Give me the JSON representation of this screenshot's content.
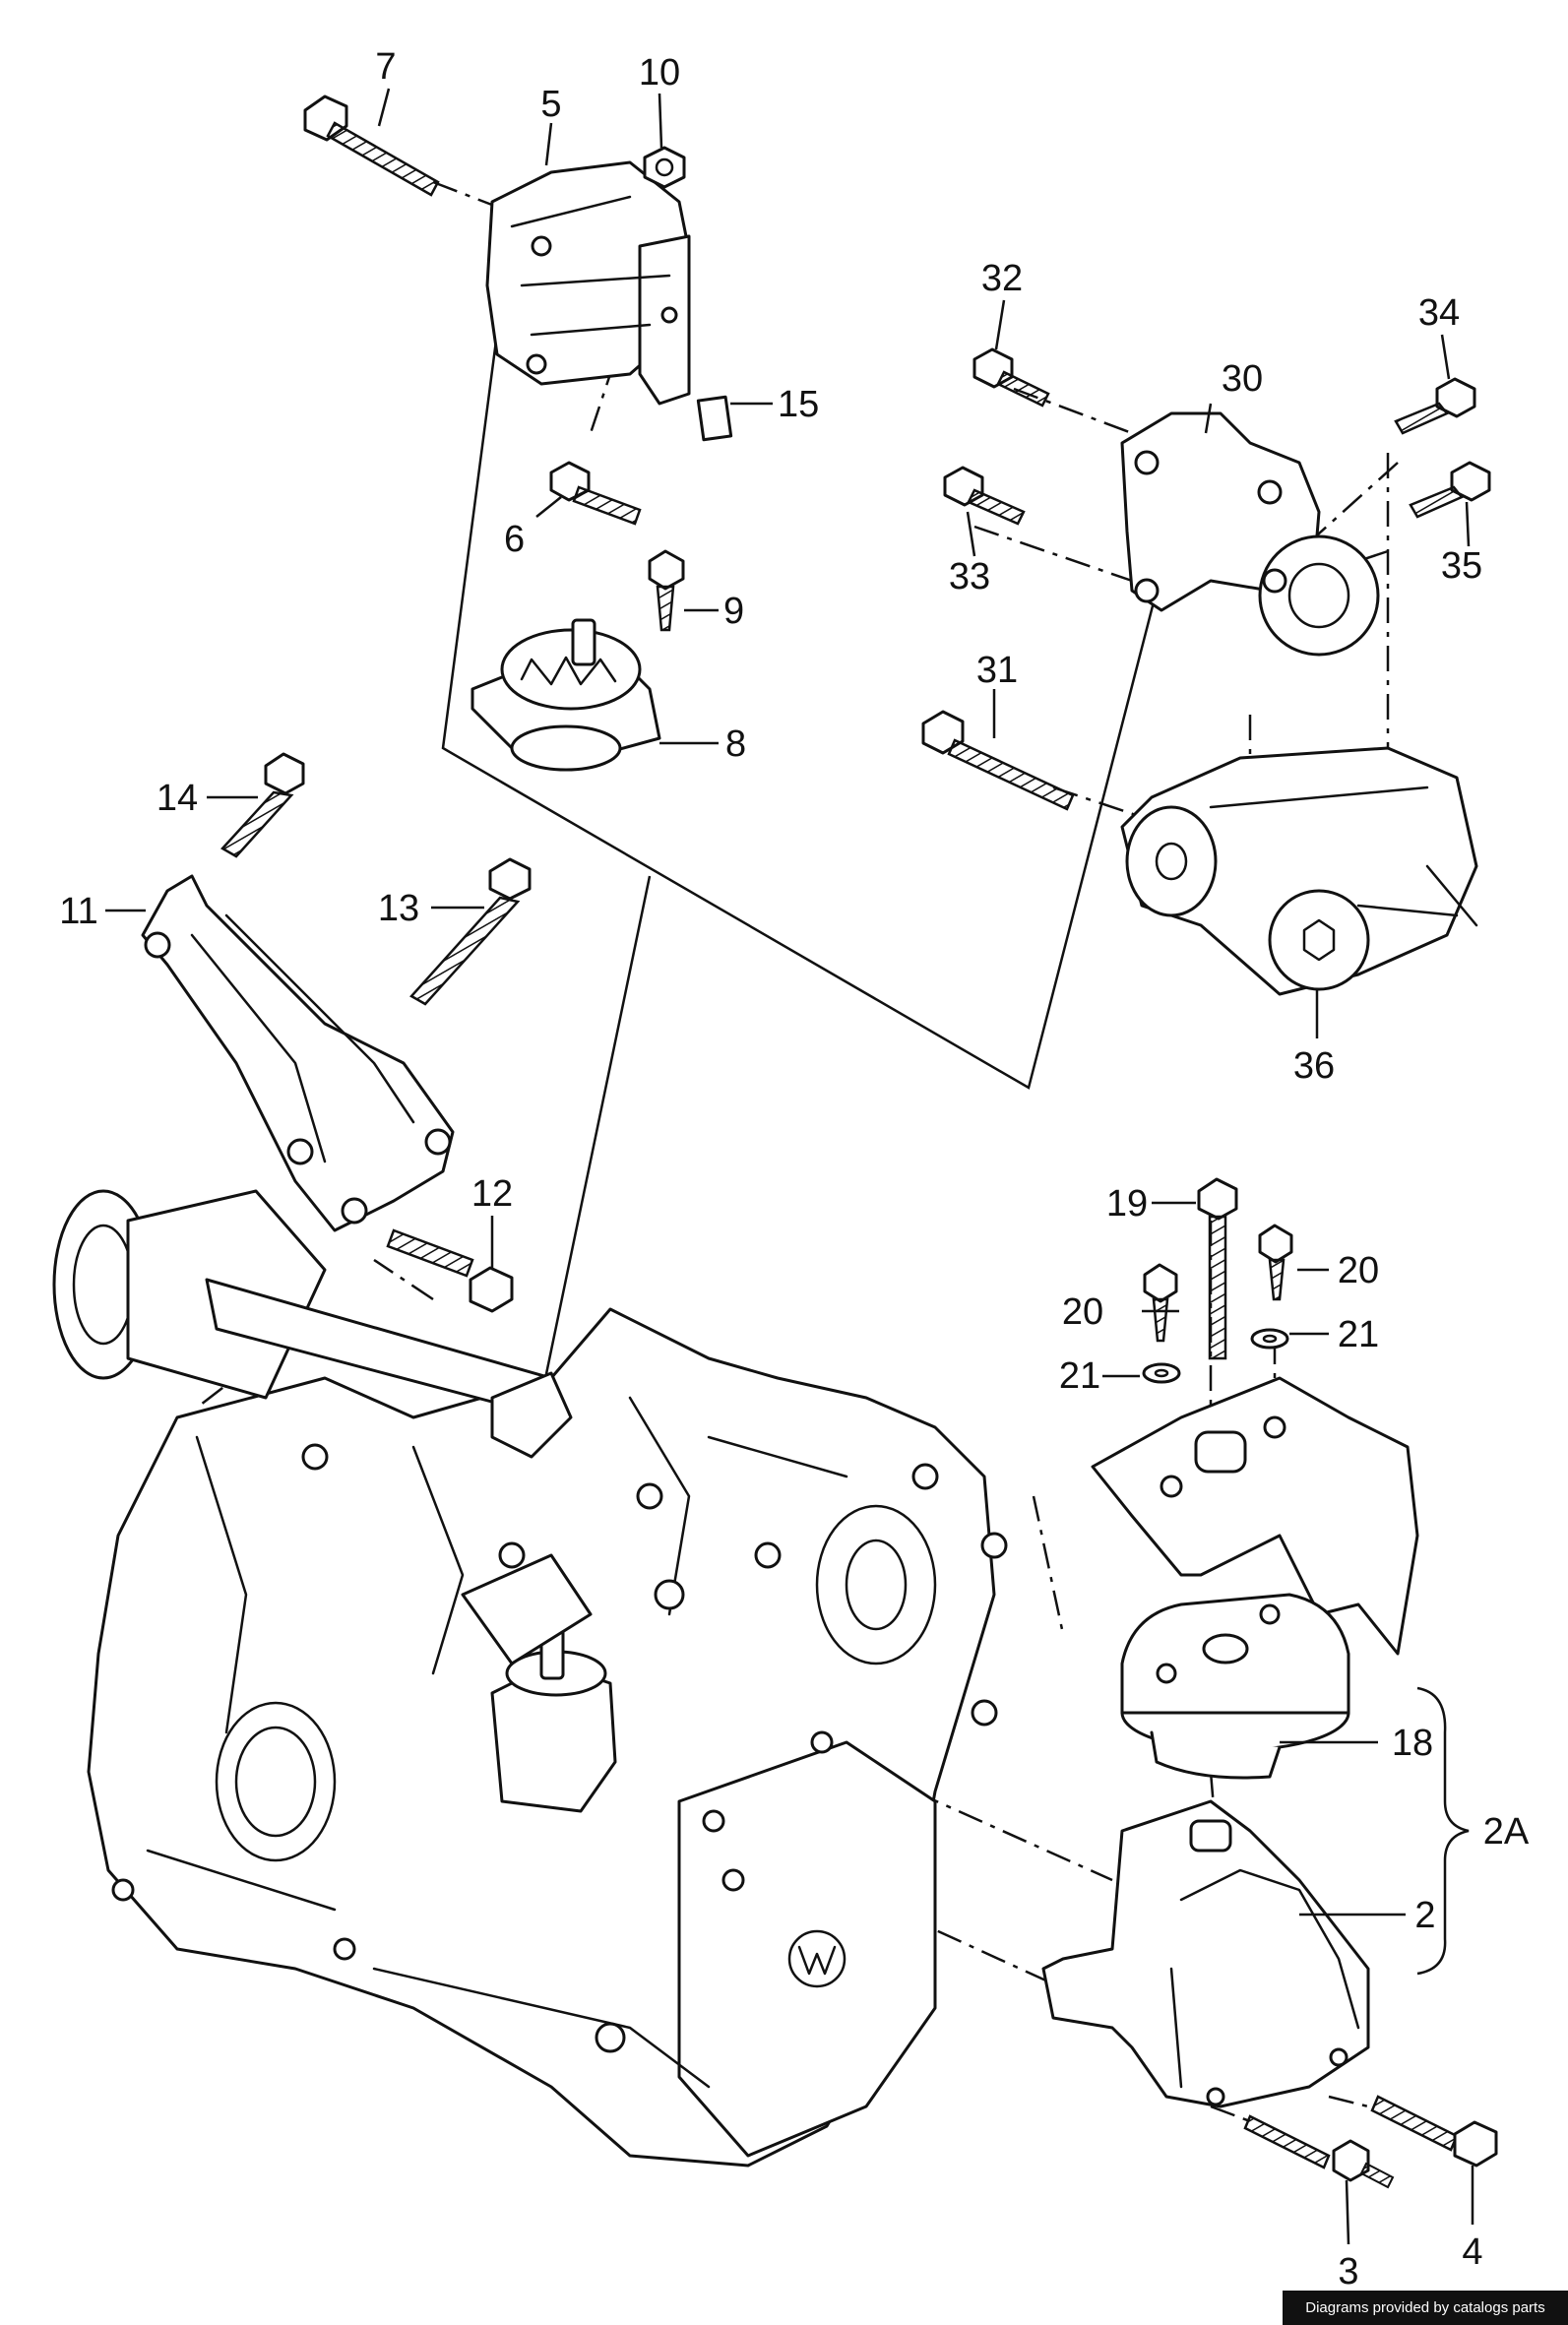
{
  "callouts": {
    "c7": "7",
    "c5": "5",
    "c10": "10",
    "c15": "15",
    "c6": "6",
    "c9": "9",
    "c8": "8",
    "c32": "32",
    "c30": "30",
    "c34": "34",
    "c33": "33",
    "c35": "35",
    "c31": "31",
    "c36": "36",
    "c14": "14",
    "c11": "11",
    "c13": "13",
    "c12": "12",
    "c19": "19",
    "c20a": "20",
    "c20b": "20",
    "c21a": "21",
    "c21b": "21",
    "c18": "18",
    "c2A": "2A",
    "c2": "2",
    "c3": "3",
    "c4": "4"
  },
  "credit": "Diagrams provided by catalogs parts"
}
